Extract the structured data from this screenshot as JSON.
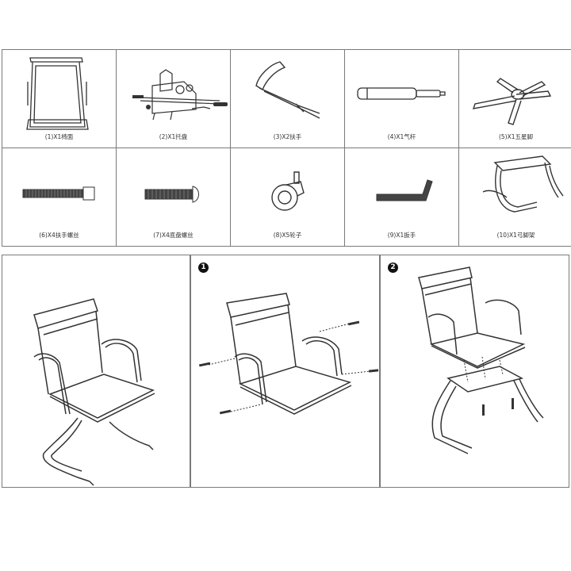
{
  "parts": [
    {
      "caption": "(1)X1椅面",
      "icon": "seat-back-icon"
    },
    {
      "caption": "(2)X1托盘",
      "icon": "tilt-mechanism-icon"
    },
    {
      "caption": "(3)X2扶手",
      "icon": "armrest-icon"
    },
    {
      "caption": "(4)X1气杆",
      "icon": "gas-lift-icon"
    },
    {
      "caption": "(5)X1五星脚",
      "icon": "five-star-base-icon"
    },
    {
      "caption": "(6)X4扶手螺丝",
      "icon": "armrest-screw-icon"
    },
    {
      "caption": "(7)X4底盘螺丝",
      "icon": "chassis-screw-icon"
    },
    {
      "caption": "(8)X5轮子",
      "icon": "caster-wheel-icon"
    },
    {
      "caption": "(9)X1扳手",
      "icon": "hex-wrench-icon"
    },
    {
      "caption": "(10)X1弓脚架",
      "icon": "bow-frame-icon"
    }
  ],
  "steps": [
    {
      "badge": "",
      "icon": "assembled-chair-icon"
    },
    {
      "badge": "1",
      "icon": "attach-armrests-icon"
    },
    {
      "badge": "2",
      "icon": "attach-frame-icon"
    }
  ],
  "colors": {
    "line": "#333333",
    "border": "#7a7a7a",
    "badge": "#111111"
  }
}
